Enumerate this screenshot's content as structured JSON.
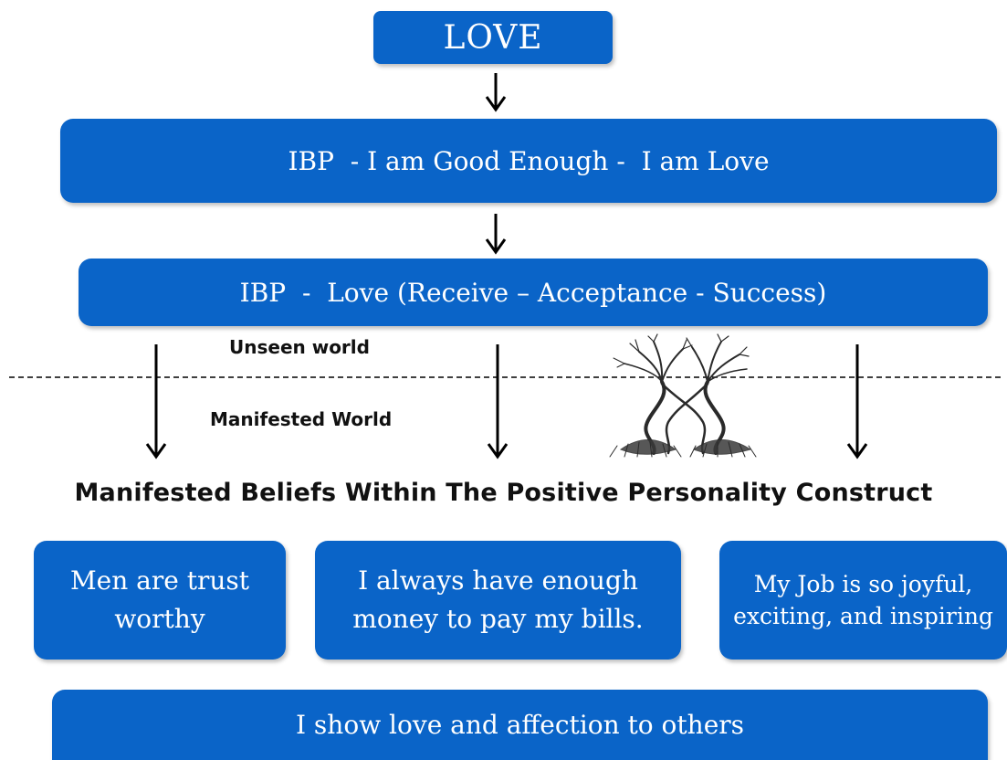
{
  "top_box": {
    "label": "LOVE"
  },
  "ibp_core": {
    "label": "IBP  - I am Good Enough -  I am Love"
  },
  "ibp_love": {
    "label": "IBP  -  Love (Receive – Acceptance - Success)"
  },
  "divider": {
    "unseen_label": "Unseen world",
    "manifested_label": "Manifested World"
  },
  "heading": "Manifested Beliefs Within The Positive Personality Construct",
  "beliefs": [
    {
      "text": "Men are trust worthy"
    },
    {
      "text": "I always have enough money to pay my bills."
    },
    {
      "text": "My Job is so joyful, exciting, and inspiring"
    }
  ],
  "bottom_box": {
    "label": "I show love and affection to others"
  },
  "colors": {
    "box_fill": "#0a64c8",
    "box_text": "#ffffff",
    "arrow": "#000000"
  },
  "illustration": {
    "icon": "intertwined-trees-icon"
  }
}
